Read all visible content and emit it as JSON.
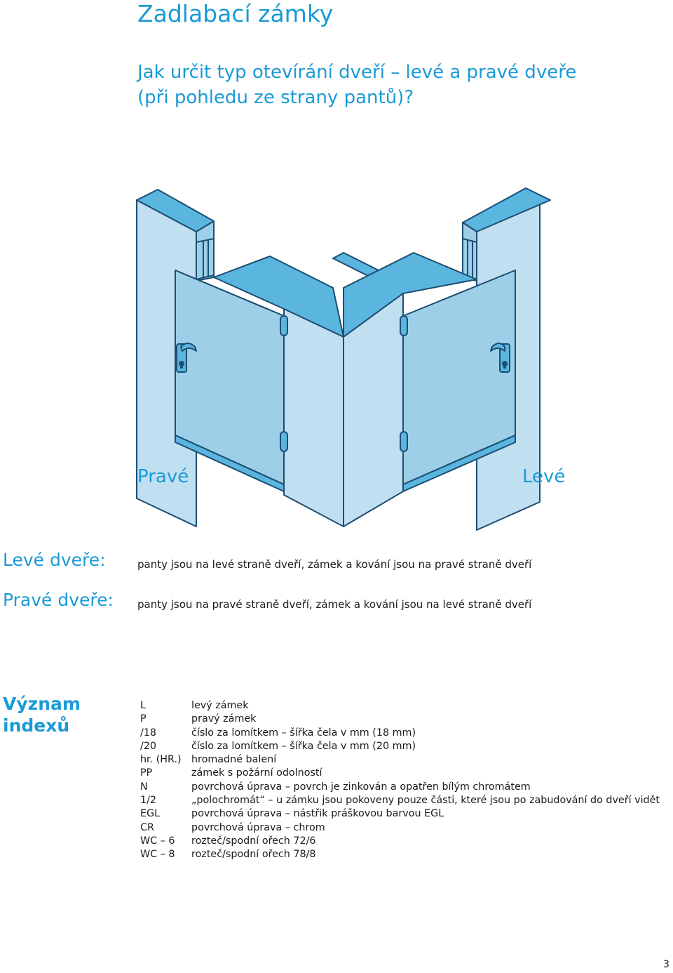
{
  "title": "Zadlabací zámky",
  "subtitle_line1": "Jak určit typ otevírání dveří – levé a pravé dveře",
  "subtitle_line2": "(při pohledu ze strany pantů)?",
  "illustration": {
    "label_right_door": "Pravé",
    "label_left_door": "Levé",
    "colors": {
      "panel_light": "#c0dff0",
      "panel_mid": "#9dcfe8",
      "panel_dark": "#5ab5df",
      "edge": "#1c4e73"
    }
  },
  "definitions": [
    {
      "term": "Levé dveře:",
      "text": "panty jsou na levé straně dveří, zámek a kování jsou na pravé straně dveří"
    },
    {
      "term": "Pravé dveře:",
      "text": "panty jsou na pravé straně dveří, zámek a kování jsou na levé straně dveří"
    }
  ],
  "index_heading_line1": "Význam",
  "index_heading_line2": "indexů",
  "index_rows": [
    {
      "code": "L",
      "desc": "levý zámek"
    },
    {
      "code": "P",
      "desc": "pravý zámek"
    },
    {
      "code": "/18",
      "desc": "číslo za lomítkem – šířka čela v mm (18 mm)"
    },
    {
      "code": "/20",
      "desc": "číslo za lomítkem – šířka čela v mm (20 mm)"
    },
    {
      "code": "hr. (HR.)",
      "desc": "hromadné balení"
    },
    {
      "code": "PP",
      "desc": "zámek s požární odolností"
    },
    {
      "code": "N",
      "desc": "povrchová úprava – povrch je zinkován a opatřen bílým chromátem"
    },
    {
      "code": "1/2",
      "desc": "„polochromát“ – u zámku jsou pokoveny pouze části, které jsou po zabudování do dveří vidět"
    },
    {
      "code": "EGL",
      "desc": "povrchová úprava – nástřik práškovou barvou EGL"
    },
    {
      "code": "CR",
      "desc": "povrchová úprava – chrom"
    },
    {
      "code": "WC – 6",
      "desc": "rozteč/spodní ořech 72/6"
    },
    {
      "code": "WC – 8",
      "desc": "rozteč/spodní ořech 78/8"
    }
  ],
  "page_number": "3"
}
